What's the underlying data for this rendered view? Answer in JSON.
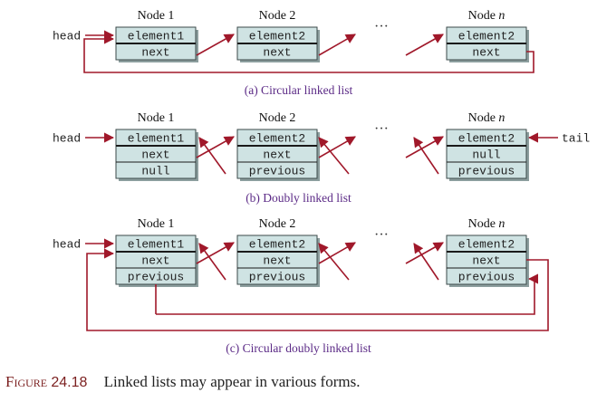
{
  "colors": {
    "node_fill": "#cfe3e3",
    "node_shadow": "#8c9e9e",
    "arrow": "#a0182a",
    "caption_purple": "#5b2a86",
    "figure_label": "#7b1f1f"
  },
  "diagrams": [
    {
      "caption": "(a) Circular linked list",
      "head_label": "head",
      "tail_label": "",
      "ellipsis": "···",
      "nodes": [
        {
          "title": "Node 1",
          "fields": [
            "element1",
            "next"
          ]
        },
        {
          "title": "Node 2",
          "fields": [
            "element2",
            "next"
          ]
        },
        {
          "title": "Node n",
          "fields": [
            "element2",
            "next"
          ]
        }
      ]
    },
    {
      "caption": "(b) Doubly linked list",
      "head_label": "head",
      "tail_label": "tail",
      "ellipsis": "···",
      "nodes": [
        {
          "title": "Node 1",
          "fields": [
            "element1",
            "next",
            "null"
          ]
        },
        {
          "title": "Node 2",
          "fields": [
            "element2",
            "next",
            "previous"
          ]
        },
        {
          "title": "Node n",
          "fields": [
            "element2",
            "null",
            "previous"
          ]
        }
      ]
    },
    {
      "caption": "(c) Circular doubly linked list",
      "head_label": "head",
      "tail_label": "",
      "ellipsis": "···",
      "nodes": [
        {
          "title": "Node 1",
          "fields": [
            "element1",
            "next",
            "previous"
          ]
        },
        {
          "title": "Node 2",
          "fields": [
            "element2",
            "next",
            "previous"
          ]
        },
        {
          "title": "Node n",
          "fields": [
            "element2",
            "next",
            "previous"
          ]
        }
      ]
    }
  ],
  "figure": {
    "label": "Figure",
    "number": "24.18",
    "text": "Linked lists may appear in various forms."
  }
}
